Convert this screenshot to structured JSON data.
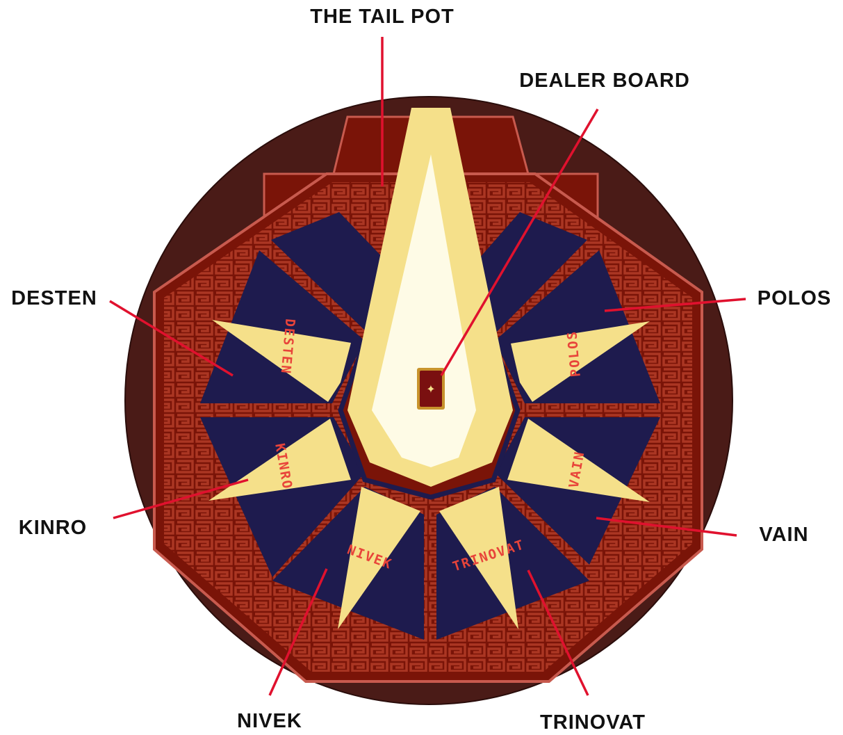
{
  "colors": {
    "rim": "#4a1b17",
    "rim_stroke": "#2a0d0b",
    "frame": "#7a1408",
    "frame_edge": "#c85a4e",
    "pattern": "#b03a26",
    "seat": "#1e1b4e",
    "ray": "#f5e08a",
    "ray_inner": "#fefbe6",
    "word": "#e8443a",
    "leader": "#e0112e",
    "label": "#111111",
    "board": "#7a1010",
    "board_gold": "#c8932c"
  },
  "callouts": {
    "tail_pot": "THE TAIL POT",
    "dealer_board": "DEALER BOARD",
    "desten": "DESTEN",
    "polos": "POLOS",
    "kinro": "KINRO",
    "vain": "VAIN",
    "nivek": "NIVEK",
    "trinovat": "TRINOVAT"
  },
  "seat_words": {
    "desten": "DESTEN",
    "polos": "POLOS",
    "kinro": "KINRO",
    "vain": "VAIN",
    "nivek": "NIVEK",
    "trinovat": "TRINOVAT"
  }
}
